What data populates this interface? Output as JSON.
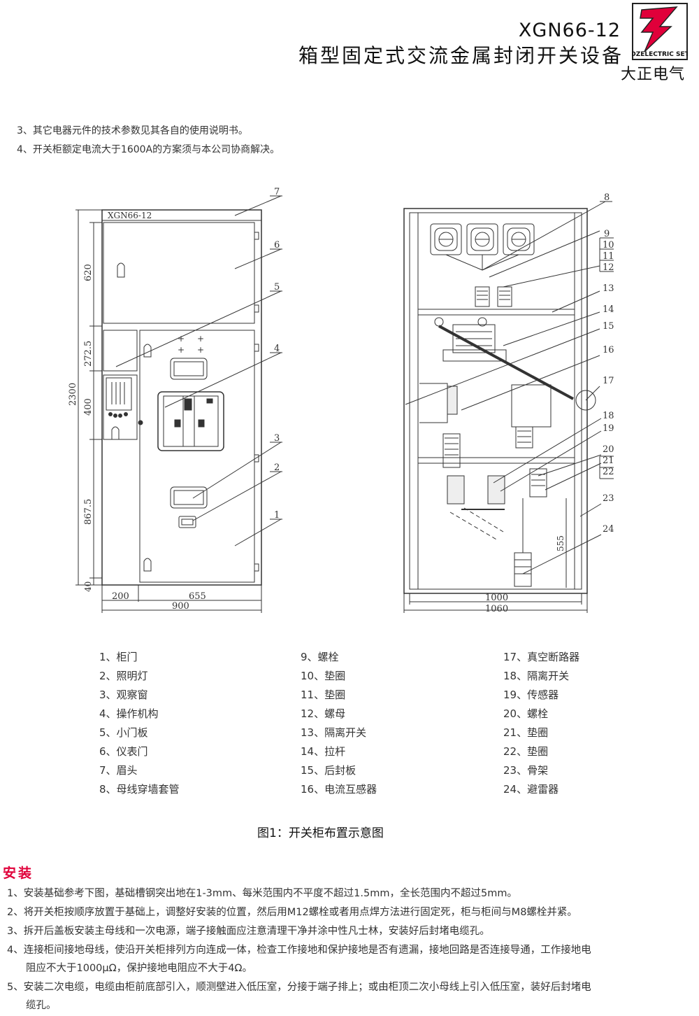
{
  "header": {
    "model": "XGN66-12",
    "title": "箱型固定式交流金属封闭开关设备",
    "logo_text": "DZELECTRIC SET",
    "brand": "大正电气"
  },
  "notes": [
    "3、其它电器元件的技术参数见其各自的使用说明书。",
    "4、开关柜额定电流大于1600A的方案须与本公司协商解决。"
  ],
  "front_view": {
    "nameplate": "XGN66-12",
    "dims": {
      "total_height": "2300",
      "h620": "620",
      "h272": "272.5",
      "h400": "400",
      "h867": "867.5",
      "h40": "40",
      "w200": "200",
      "w655": "655",
      "w900": "900"
    },
    "callouts": [
      "7",
      "6",
      "5",
      "4",
      "3",
      "2",
      "1"
    ]
  },
  "side_view": {
    "dims": {
      "w1000": "1000",
      "w1060": "1060",
      "h555": "555"
    },
    "callouts": [
      "8",
      "9",
      "10",
      "11",
      "12",
      "13",
      "14",
      "15",
      "16",
      "17",
      "18",
      "19",
      "20",
      "21",
      "22",
      "23",
      "24"
    ]
  },
  "legend": {
    "col1": [
      "1、柜门",
      "2、照明灯",
      "3、观察窗",
      "4、操作机构",
      "5、小门板",
      "6、仪表门",
      "7、眉头",
      "8、母线穿墙套管"
    ],
    "col2": [
      "9、螺栓",
      "10、垫圈",
      "11、垫圈",
      "12、螺母",
      "13、隔离开关",
      "14、拉杆",
      "15、后封板",
      "16、电流互感器"
    ],
    "col3": [
      "17、真空断路器",
      "18、隔离开关",
      "19、传感器",
      "20、螺栓",
      "21、垫圈",
      "22、垫圈",
      "23、骨架",
      "24、避雷器"
    ]
  },
  "figure_caption": "图1：开关柜布置示意图",
  "install": {
    "title": "安装",
    "items": [
      {
        "line1": "1、安装基础参考下图，基础槽钢突出地在1-3mm、每米范围内不平度不超过1.5mm，全长范围内不超过5mm。",
        "line2": ""
      },
      {
        "line1": "2、将开关柜按顺序放置于基础上，调整好安装的位置，然后用M12螺栓或者用点焊方法进行固定死，柜与柜间与M8螺栓并紧。",
        "line2": ""
      },
      {
        "line1": "3、拆开后盖板安装主母线和一次电源，端子接触面应注意清理干净并涂中性凡士林，安装好后封堵电缆孔。",
        "line2": ""
      },
      {
        "line1": "4、连接柜间接地母线，使沿开关柜排列方向连成一体，检查工作接地和保护接地是否有遗漏，接地回路是否连接导通，工作接地电",
        "line2": "阻应不大于1000μΩ，保护接地电阻应不大于4Ω。"
      },
      {
        "line1": "5、安装二次电缆，电缆由柜前底部引入，顺测壁进入低压室，分接于端子排上；或由柜顶二次小母线上引入低压室，装好后封堵电",
        "line2": "缆孔。"
      }
    ]
  },
  "colors": {
    "accent_red": "#e0003a",
    "line": "#333333"
  }
}
